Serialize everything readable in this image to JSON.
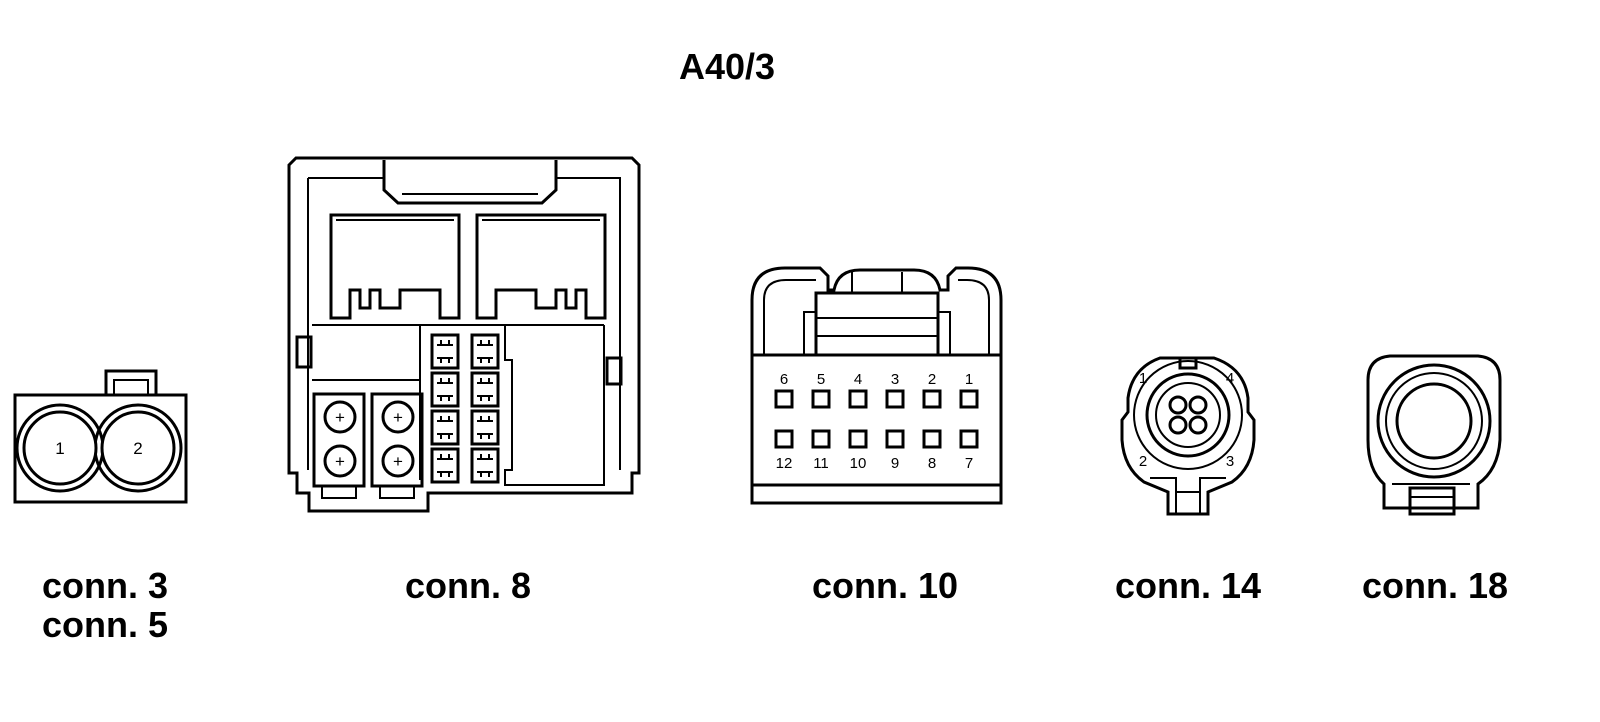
{
  "title": "A40/3",
  "connectors": [
    {
      "labels": [
        "conn. 3",
        "conn. 5"
      ],
      "pins": [
        "1",
        "2"
      ]
    },
    {
      "labels": [
        "conn. 8"
      ]
    },
    {
      "labels": [
        "conn. 10"
      ],
      "pins_top": [
        "6",
        "5",
        "4",
        "3",
        "2",
        "1"
      ],
      "pins_bottom": [
        "12",
        "11",
        "10",
        "9",
        "8",
        "7"
      ]
    },
    {
      "labels": [
        "conn. 14"
      ],
      "pins": [
        "1",
        "4",
        "2",
        "3"
      ]
    },
    {
      "labels": [
        "conn. 18"
      ]
    }
  ]
}
